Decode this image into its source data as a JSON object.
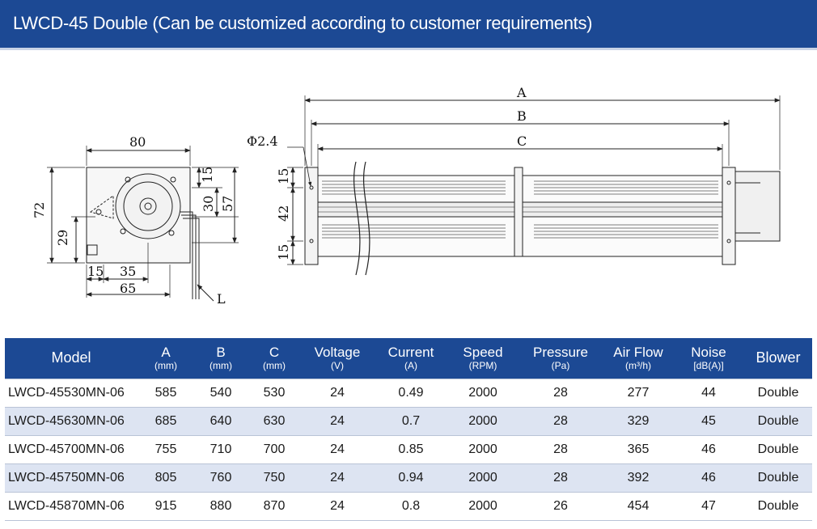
{
  "header": {
    "title": "LWCD-45 Double  (Can be customized according to customer requirements)",
    "background": "#1c4994"
  },
  "drawing": {
    "front_view": {
      "dims": [
        "80",
        "72",
        "15",
        "30",
        "57",
        "29",
        "15",
        "35",
        "65",
        "L"
      ]
    },
    "side_view": {
      "dims": [
        "A",
        "B",
        "C",
        "Φ2.4",
        "15",
        "42",
        "15"
      ]
    }
  },
  "table": {
    "headers": [
      {
        "label": "Model",
        "unit": ""
      },
      {
        "label": "A",
        "unit": "(mm)"
      },
      {
        "label": "B",
        "unit": "(mm)"
      },
      {
        "label": "C",
        "unit": "(mm)"
      },
      {
        "label": "Voltage",
        "unit": "(V)"
      },
      {
        "label": "Current",
        "unit": "(A)"
      },
      {
        "label": "Speed",
        "unit": "(RPM)"
      },
      {
        "label": "Pressure",
        "unit": "(Pa)"
      },
      {
        "label": "Air Flow",
        "unit": "(m³/h)"
      },
      {
        "label": "Noise",
        "unit": "[dB(A)]"
      },
      {
        "label": "Blower",
        "unit": ""
      }
    ],
    "rows": [
      [
        "LWCD-45530MN-06",
        "585",
        "540",
        "530",
        "24",
        "0.49",
        "2000",
        "28",
        "277",
        "44",
        "Double"
      ],
      [
        "LWCD-45630MN-06",
        "685",
        "640",
        "630",
        "24",
        "0.7",
        "2000",
        "28",
        "329",
        "45",
        "Double"
      ],
      [
        "LWCD-45700MN-06",
        "755",
        "710",
        "700",
        "24",
        "0.85",
        "2000",
        "28",
        "365",
        "46",
        "Double"
      ],
      [
        "LWCD-45750MN-06",
        "805",
        "760",
        "750",
        "24",
        "0.94",
        "2000",
        "28",
        "392",
        "46",
        "Double"
      ],
      [
        "LWCD-45870MN-06",
        "915",
        "880",
        "870",
        "24",
        "0.8",
        "2000",
        "26",
        "454",
        "47",
        "Double"
      ]
    ],
    "row_alt_color": "#dde4f2"
  }
}
